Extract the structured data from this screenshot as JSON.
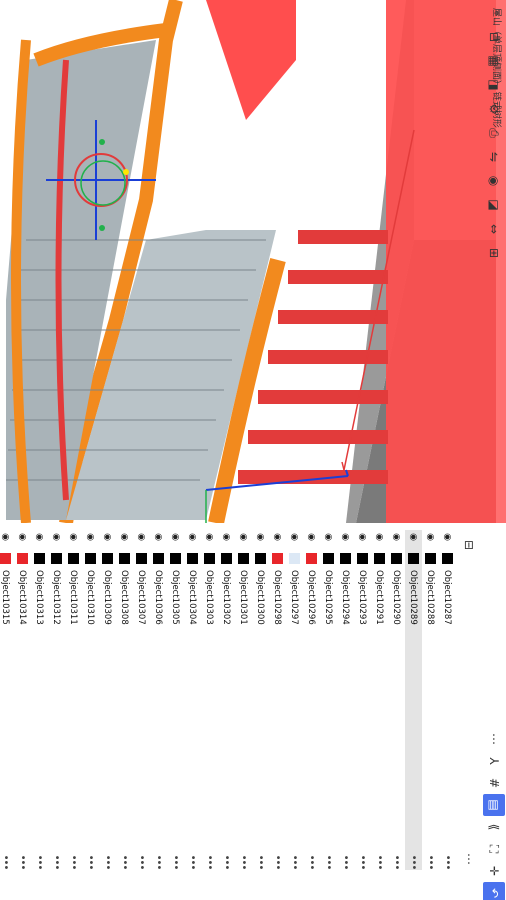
{
  "viewport": {
    "title": "屋山（单层顶侧面）",
    "subtitle": "链式树形"
  },
  "toolbar_left": {
    "icons": [
      "collapse-icon",
      "zoom-fit-icon",
      "grid-icon",
      "cube-icon",
      "gear-icon",
      "print-icon",
      "flip-icon",
      "camera-icon",
      "texture-icon",
      "move-icon",
      "tree-icon"
    ]
  },
  "toolbar_right": {
    "icons": [
      "menu-dots-icon",
      "axis-icon",
      "grid-toggle-icon",
      "layers-icon",
      "section-icon",
      "fit-icon",
      "center-icon",
      "undo-icon",
      "redo-icon"
    ],
    "active": "layers-icon",
    "selected": "undo-icon"
  },
  "panel": {
    "header_icons": [
      "filter-icon",
      "settings-icon"
    ],
    "objects": [
      {
        "name": "Object10287",
        "color": "#000000",
        "selected": false
      },
      {
        "name": "Object10288",
        "color": "#000000",
        "selected": false
      },
      {
        "name": "Object10289",
        "color": "#000000",
        "selected": true
      },
      {
        "name": "Object10290",
        "color": "#000000",
        "selected": false
      },
      {
        "name": "Object10291",
        "color": "#000000",
        "selected": false
      },
      {
        "name": "Object10293",
        "color": "#000000",
        "selected": false
      },
      {
        "name": "Object10294",
        "color": "#000000",
        "selected": false
      },
      {
        "name": "Object10295",
        "color": "#000000",
        "selected": false
      },
      {
        "name": "Object10296",
        "color": "#e8262a",
        "selected": false
      },
      {
        "name": "Object10297",
        "color": "#dce8f5",
        "selected": false
      },
      {
        "name": "Object10298",
        "color": "#e8262a",
        "selected": false
      },
      {
        "name": "Object10300",
        "color": "#000000",
        "selected": false
      },
      {
        "name": "Object10301",
        "color": "#000000",
        "selected": false
      },
      {
        "name": "Object10302",
        "color": "#000000",
        "selected": false
      },
      {
        "name": "Object10303",
        "color": "#000000",
        "selected": false
      },
      {
        "name": "Object10304",
        "color": "#000000",
        "selected": false
      },
      {
        "name": "Object10305",
        "color": "#000000",
        "selected": false
      },
      {
        "name": "Object10306",
        "color": "#000000",
        "selected": false
      },
      {
        "name": "Object10307",
        "color": "#000000",
        "selected": false
      },
      {
        "name": "Object10308",
        "color": "#000000",
        "selected": false
      },
      {
        "name": "Object10309",
        "color": "#000000",
        "selected": false
      },
      {
        "name": "Object10310",
        "color": "#000000",
        "selected": false
      },
      {
        "name": "Object10311",
        "color": "#000000",
        "selected": false
      },
      {
        "name": "Object10312",
        "color": "#000000",
        "selected": false
      },
      {
        "name": "Object10313",
        "color": "#000000",
        "selected": false
      },
      {
        "name": "Object10314",
        "color": "#e8262a",
        "selected": false
      },
      {
        "name": "Object10315",
        "color": "#e8262a",
        "selected": false
      }
    ]
  },
  "colors": {
    "accent": "#4a72ee",
    "roof_orange": "#f28a1e",
    "timber_red": "#ff4d4d",
    "tile_grey": "#a9b3b8"
  }
}
